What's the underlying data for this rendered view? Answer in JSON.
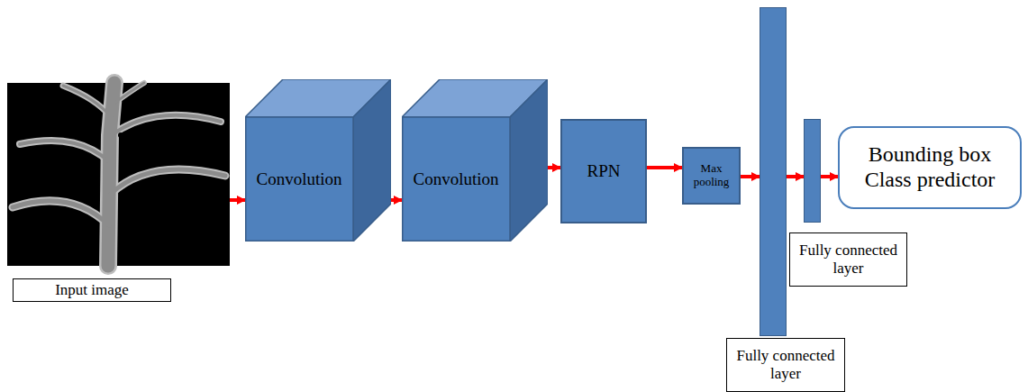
{
  "diagram": {
    "nodes": [
      {
        "text": [
          "Input image"
        ]
      },
      {
        "text": [
          "Convolution"
        ]
      },
      {
        "text": [
          "Convolution"
        ]
      },
      {
        "text": [
          "RPN"
        ]
      },
      {
        "text": [
          "Max pooling"
        ]
      },
      {
        "text": [
          "Fully connected layer"
        ]
      },
      {
        "text": [
          "Fully connected layer"
        ]
      },
      {
        "text": [
          "Bounding box Class predictor"
        ]
      }
    ],
    "edges": [
      {
        "from": 0,
        "to": 1,
        "arrow": "to"
      },
      {
        "from": 1,
        "to": 2,
        "arrow": "to"
      },
      {
        "from": 2,
        "to": 3,
        "arrow": "to"
      },
      {
        "from": 3,
        "to": 4,
        "arrow": "to"
      },
      {
        "from": 4,
        "to": 5,
        "arrow": "to"
      },
      {
        "from": 5,
        "to": 6,
        "arrow": "to"
      },
      {
        "from": 6,
        "to": 7,
        "arrow": "to"
      }
    ]
  }
}
